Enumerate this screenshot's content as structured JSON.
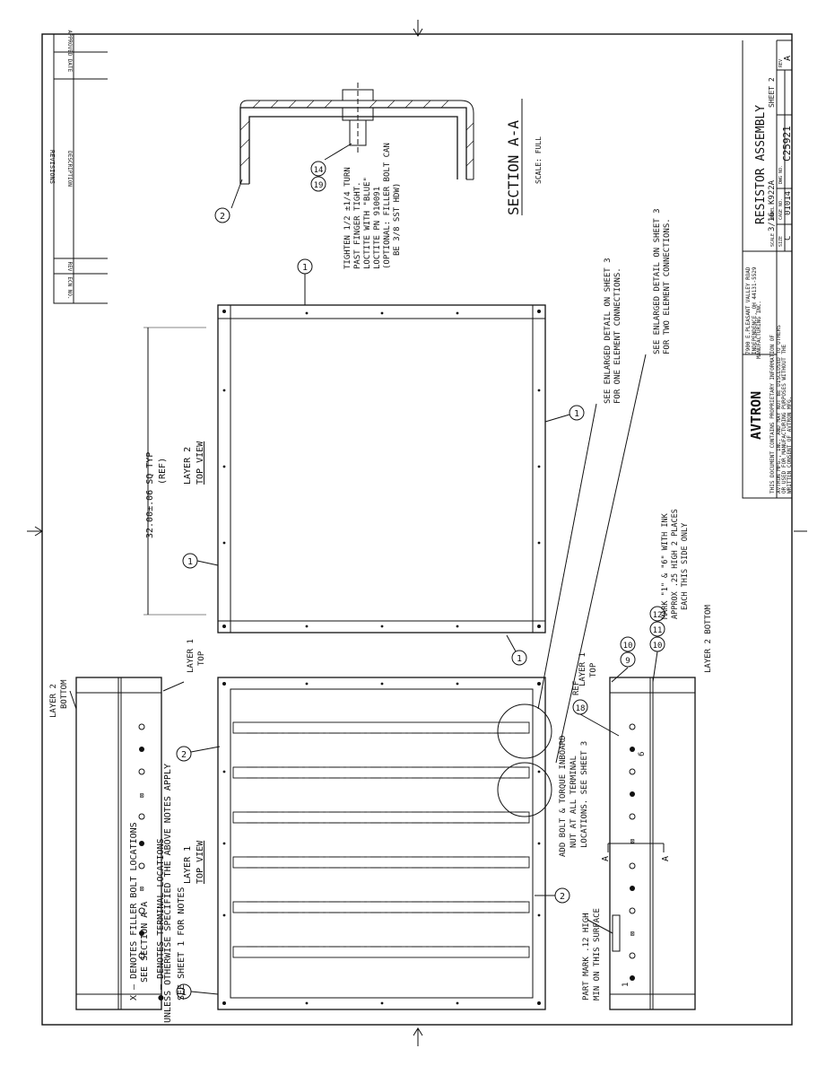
{
  "revisions": {
    "title": "REVISIONS",
    "col_ecn": "ECN NO.",
    "col_rev": "REV",
    "col_desc": "DESCRIPTION",
    "col_date": "DATE",
    "col_approved": "APPROVED"
  },
  "title_block": {
    "company": "AVTRON",
    "company_sub": "MANUFACTURING INC.",
    "address1": "7900 E.PLEASANT VALLEY ROAD",
    "address2": "INDEPENDENCE, OH 44131-5529",
    "disclaimer1": "THIS DOCUMENT CONTAINS PROPRIETARY INFORMATION OF",
    "disclaimer2": "AVTRON MFG., INC. AND MAY NOT BE DISCLOSED TO OTHERS",
    "disclaimer3": "OR USED FOR MANUFACTURING PURPOSES WITHOUT THE",
    "disclaimer4": "WRITTEN CONSENT OF AVTRON MFG.",
    "drawing_title": "RESISTOR ASSEMBLY",
    "size_label": "SIZE",
    "size": "C",
    "cage_label": "CAGE NO.",
    "cage": "01014",
    "dwg_label": "DWG NO.",
    "dwg": "C25921",
    "rev_label": "REV",
    "rev": "A",
    "scale_label": "SCALE",
    "scale": "3/16",
    "model_label": "MODEL",
    "model": "K922A",
    "sheet": "SHEET 2"
  },
  "section": {
    "title": "SECTION A-A",
    "scale": "SCALE: FULL",
    "note1": "TIGHTEN 1/2 ±1/4 TURN",
    "note2": "PAST FINGER TIGHT.",
    "note3": "LOCTITE WITH \"BLUE\"",
    "note4": "LOCTITE PN 910091",
    "note5": "(OPTIONAL: FILLER BOLT CAN",
    "note6": "BE 3/8 SST HDW)"
  },
  "views": {
    "layer2_top": "LAYER 2",
    "layer2_top_sub": "TOP VIEW",
    "dimension": "32.00±.06 SQ TYP",
    "dimension_ref": "(REF)",
    "layer1_top": "LAYER 1",
    "layer1_top_sub": "TOP VIEW",
    "layer2_bottom": "LAYER 2",
    "layer2_bottom_sub": "BOTTOM",
    "layer1_top_edge": "LAYER 1",
    "layer1_top_edge_sub": "TOP",
    "layer1_right": "LAYER 1",
    "layer1_right_sub": "TOP",
    "layer2_bottom_right": "LAYER 2 BOTTOM",
    "ref_label": "REF",
    "cut_a": "A",
    "mark_1": "1",
    "mark_6": "6"
  },
  "notes": {
    "enlarged_one1": "SEE ENLARGED DETAIL ON SHEET 3",
    "enlarged_one2": "FOR ONE ELEMENT CONNECTIONS.",
    "enlarged_two1": "SEE ENLARGED DETAIL ON SHEET 3",
    "enlarged_two2": "FOR TWO ELEMENT CONNECTIONS.",
    "mark1": "MARK \"1\" & \"6\" WITH INK",
    "mark2": "APPROX .25 HIGH 2 PLACES",
    "mark3": "EACH THIS SIDE ONLY",
    "addbolt1": "ADD BOLT & TORQUE INBOARD",
    "addbolt2": "NUT AT ALL TERMINAL",
    "addbolt3": "LOCATIONS. SEE SHEET 3",
    "partmark1": "PART MARK .12 HIGH",
    "partmark2": "MIN ON THIS SURFACE",
    "legend_x1": "X — DENOTES FILLER BOLT LOCATIONS",
    "legend_x2": "SEE SECTION A-A",
    "legend_dot": "● — DENOTES TERMINAL LOCATIONS",
    "legend_sheet": "SEE SHEET 1 FOR NOTES",
    "legend_unless": "UNLESS OTHERWISE SPECIFIED THE ABOVE NOTES APPLY"
  },
  "balloons": [
    "1",
    "2",
    "19",
    "14",
    "9",
    "10",
    "11",
    "12",
    "18"
  ]
}
